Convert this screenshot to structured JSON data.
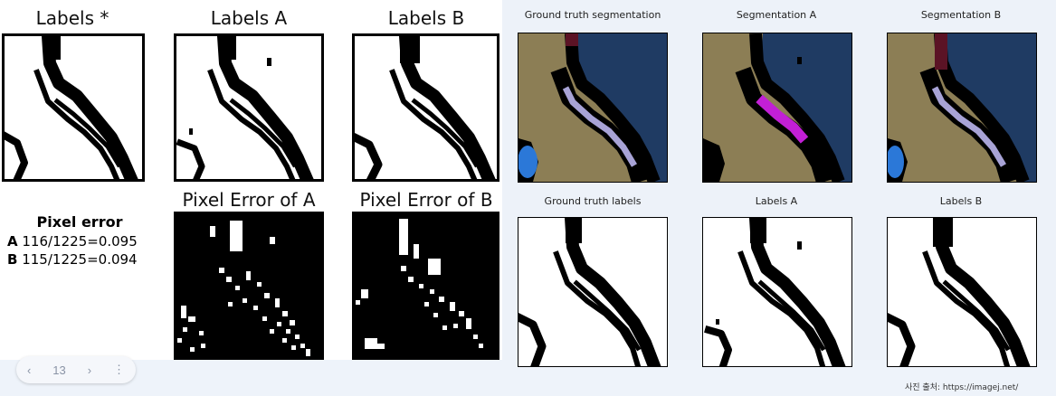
{
  "left": {
    "titles": {
      "labels_star": "Labels *",
      "labels_a": "Labels A",
      "labels_b": "Labels B",
      "pixel_error_a": "Pixel Error of A",
      "pixel_error_b": "Pixel Error of B"
    },
    "pixel_error": {
      "title": "Pixel error",
      "a_letter": "A",
      "a_value": "116/1225=0.095",
      "b_letter": "B",
      "b_value": "115/1225=0.094"
    }
  },
  "right": {
    "titles": {
      "gt_seg": "Ground truth segmentation",
      "seg_a": "Segmentation A",
      "seg_b": "Segmentation B",
      "gt_labels": "Ground truth labels",
      "labels_a": "Labels A",
      "labels_b": "Labels B"
    }
  },
  "pager": {
    "prev": "‹",
    "page": "13",
    "next": "›",
    "more": "⋮"
  },
  "credit": "사진 출처: https://imagej.net/",
  "colors": {
    "olive": "#8c7e55",
    "navy": "#1f3b63",
    "lavender": "#a8a3d6",
    "maroon": "#5b1325",
    "blue": "#2b78d8",
    "magenta": "#c21fd6"
  }
}
